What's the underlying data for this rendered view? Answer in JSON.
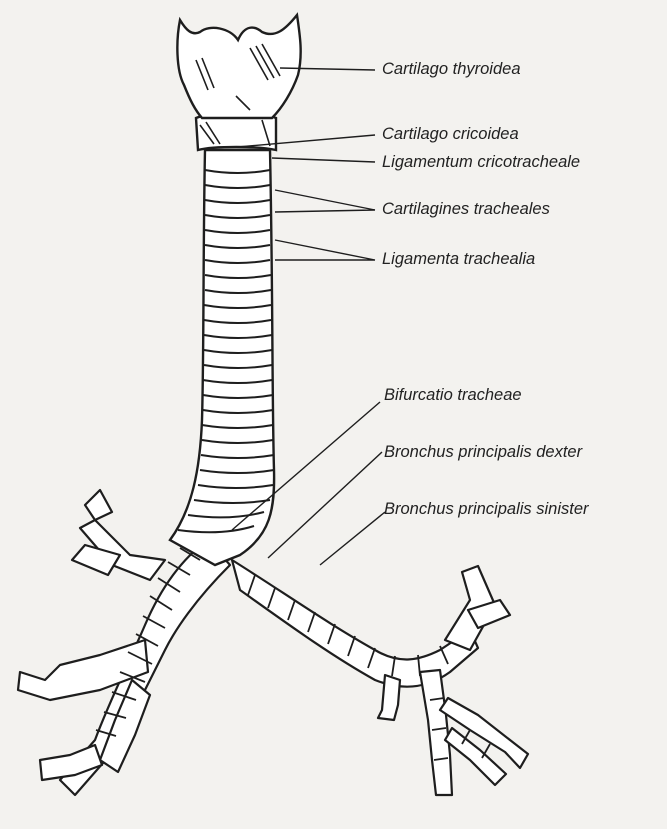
{
  "diagram": {
    "labels": {
      "thyroid": "Cartilago thyroidea",
      "cricoid": "Cartilago cricoidea",
      "cricotracheal": "Ligamentum cricotracheale",
      "tracheal_cartilages": "Cartilagines tracheales",
      "tracheal_ligaments": "Ligamenta trachealia",
      "bifurcation": "Bifurcatio tracheae",
      "right_bronchus": "Bronchus principalis dexter",
      "left_bronchus": "Bronchus principalis sinister"
    },
    "colors": {
      "ink": "#1e1e1e",
      "paper": "#f3f2ef",
      "tissue": "#ffffff"
    }
  }
}
